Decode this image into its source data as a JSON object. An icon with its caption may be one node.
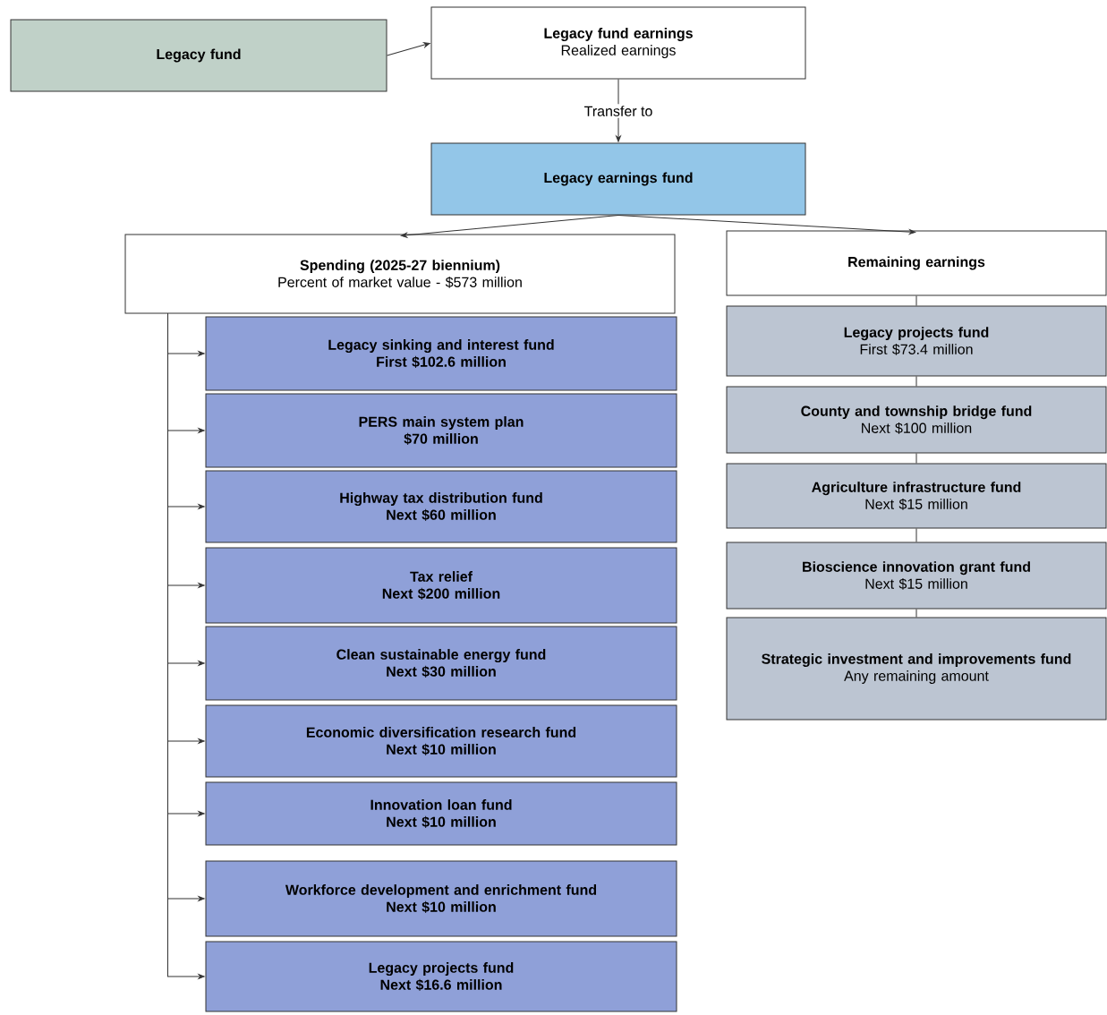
{
  "diagram": {
    "nodes": [
      {
        "text": [
          "Legacy fund"
        ]
      },
      {
        "text": [
          "Legacy fund earnings",
          "Realized earnings"
        ]
      },
      {
        "text": [
          "Legacy earnings fund"
        ]
      },
      {
        "text": [
          "Spending (2025-27 biennium)",
          "Percent of market value - $573 million"
        ]
      },
      {
        "text": [
          "Remaining earnings"
        ]
      },
      {
        "text": [
          "Legacy sinking and interest fund",
          "First $102.6 million"
        ]
      },
      {
        "text": [
          "PERS main system plan",
          "$70 million"
        ]
      },
      {
        "text": [
          "Highway tax distribution fund",
          "Next $60 million"
        ]
      },
      {
        "text": [
          "Tax relief",
          "Next $200 million"
        ]
      },
      {
        "text": [
          "Clean sustainable energy fund",
          "Next $30 million"
        ]
      },
      {
        "text": [
          "Economic diversification research fund",
          "Next $10 million"
        ]
      },
      {
        "text": [
          "Innovation loan fund",
          "Next $10 million"
        ]
      },
      {
        "text": [
          "Workforce development and enrichment fund",
          "Next $10 million"
        ]
      },
      {
        "text": [
          "Legacy projects fund",
          "Next $16.6 million"
        ]
      },
      {
        "text": [
          "Legacy projects fund",
          "First $73.4 million"
        ]
      },
      {
        "text": [
          "County and township bridge fund",
          "Next $100 million"
        ]
      },
      {
        "text": [
          "Agriculture infrastructure fund",
          "Next $15 million"
        ]
      },
      {
        "text": [
          "Bioscience innovation grant fund",
          "Next $15 million"
        ]
      },
      {
        "text": [
          "Strategic investment and improvements fund",
          "Any remaining amount"
        ]
      }
    ],
    "edges": [
      {
        "from": 0,
        "to": 1,
        "arrow": "to"
      },
      {
        "from": 1,
        "to": 2,
        "arrow": "to",
        "label": "Transfer to"
      },
      {
        "from": 2,
        "to": 3,
        "arrow": "to"
      },
      {
        "from": 2,
        "to": 4,
        "arrow": "to"
      },
      {
        "from": 3,
        "to": 5,
        "arrow": "to"
      },
      {
        "from": 3,
        "to": 6,
        "arrow": "to"
      },
      {
        "from": 3,
        "to": 7,
        "arrow": "to"
      },
      {
        "from": 3,
        "to": 8,
        "arrow": "to"
      },
      {
        "from": 3,
        "to": 9,
        "arrow": "to"
      },
      {
        "from": 3,
        "to": 10,
        "arrow": "to"
      },
      {
        "from": 3,
        "to": 11,
        "arrow": "to"
      },
      {
        "from": 3,
        "to": 12,
        "arrow": "to"
      },
      {
        "from": 3,
        "to": 13,
        "arrow": "to"
      },
      {
        "from": 4,
        "to": 14,
        "arrow": "none"
      },
      {
        "from": 14,
        "to": 15,
        "arrow": "none"
      },
      {
        "from": 15,
        "to": 16,
        "arrow": "none"
      },
      {
        "from": 16,
        "to": 17,
        "arrow": "none"
      },
      {
        "from": 17,
        "to": 18,
        "arrow": "none"
      }
    ]
  }
}
